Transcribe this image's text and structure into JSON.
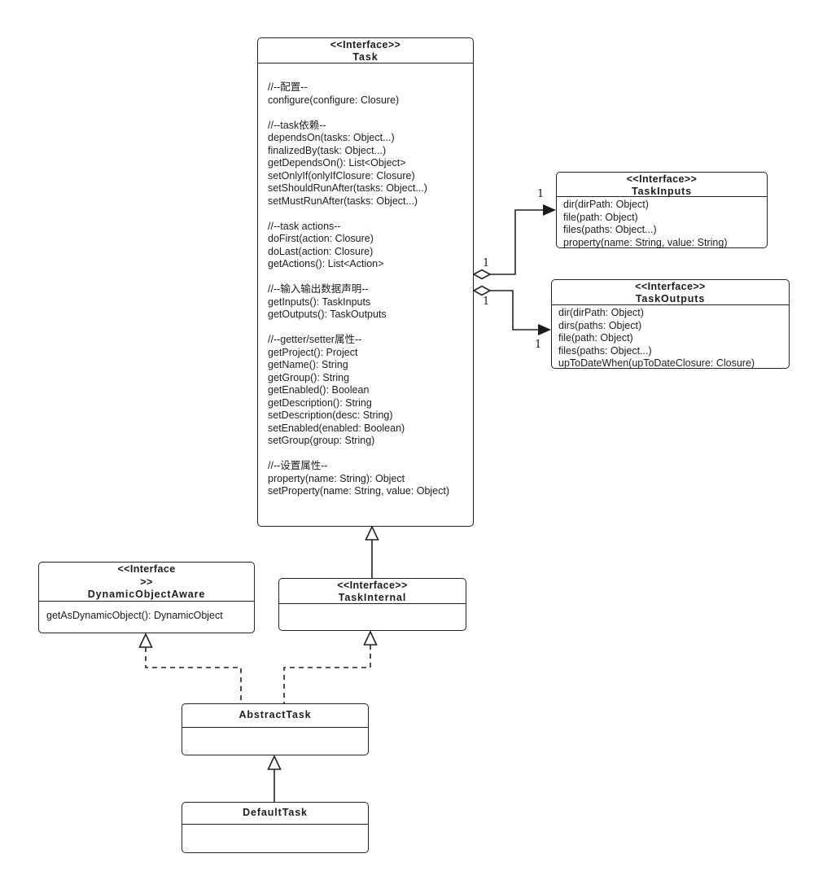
{
  "classes": {
    "task": {
      "stereotype": "<<Interface>>",
      "name": "Task",
      "body": [
        "//--配置--",
        "configure(configure: Closure)",
        "",
        "//--task依赖--",
        "dependsOn(tasks: Object...)",
        "finalizedBy(task: Object...)",
        "getDependsOn(): List<Object>",
        "setOnlyIf(onlyIfClosure: Closure)",
        "setShouldRunAfter(tasks: Object...)",
        "setMustRunAfter(tasks: Object...)",
        "",
        "//--task actions--",
        "doFirst(action: Closure)",
        "doLast(action: Closure)",
        "getActions(): List<Action>",
        "",
        "//--输入输出数据声明--",
        "getInputs(): TaskInputs",
        "getOutputs(): TaskOutputs",
        "",
        "//--getter/setter属性--",
        "getProject(): Project",
        "getName(): String",
        "getGroup(): String",
        "getEnabled(): Boolean",
        "getDescription(): String",
        "setDescription(desc: String)",
        "setEnabled(enabled: Boolean)",
        "setGroup(group: String)",
        "",
        "//--设置属性--",
        "property(name: String): Object",
        "setProperty(name: String, value: Object)"
      ]
    },
    "task_inputs": {
      "stereotype": "<<Interface>>",
      "name": "TaskInputs",
      "body": [
        "dir(dirPath: Object)",
        "file(path: Object)",
        "files(paths: Object...)",
        "property(name: String, value: String)"
      ]
    },
    "task_outputs": {
      "stereotype": "<<Interface>>",
      "name": "TaskOutputs",
      "body": [
        "dir(dirPath: Object)",
        "dirs(paths: Object)",
        "file(path: Object)",
        "files(paths: Object...)",
        "upToDateWhen(upToDateClosure: Closure)"
      ]
    },
    "dynamic_object_aware": {
      "stereotype": [
        "<<Interface",
        ">>"
      ],
      "name": "DynamicObjectAware",
      "body": [
        "getAsDynamicObject(): DynamicObject"
      ]
    },
    "task_internal": {
      "stereotype": "<<Interface>>",
      "name": "TaskInternal",
      "body": []
    },
    "abstract_task": {
      "name": "AbstractTask",
      "body": []
    },
    "default_task": {
      "name": "DefaultTask",
      "body": []
    }
  },
  "multiplicities": {
    "inputs_target": "1",
    "inputs_source": "1",
    "outputs_source": "1",
    "outputs_target": "1"
  },
  "colors": {
    "line": "#222222",
    "text": "#1c1c1c",
    "background": "#ffffff"
  }
}
